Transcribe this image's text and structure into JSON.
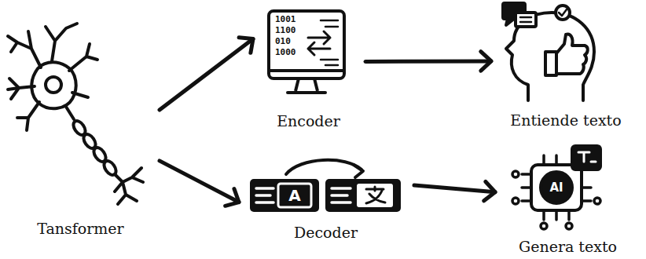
{
  "diagram": {
    "nodes": [
      {
        "text": [
          "Tansformer"
        ]
      },
      {
        "text": [
          "Encoder"
        ]
      },
      {
        "text": [
          "Entiende texto"
        ]
      },
      {
        "text": [
          "Decoder"
        ]
      },
      {
        "text": [
          "Genera texto"
        ]
      }
    ],
    "edges": [
      {
        "from": 0,
        "to": 1,
        "arrow": "to"
      },
      {
        "from": 0,
        "to": 3,
        "arrow": "to"
      },
      {
        "from": 1,
        "to": 2,
        "arrow": "to"
      },
      {
        "from": 3,
        "to": 4,
        "arrow": "to"
      }
    ],
    "labels": [
      "1001",
      "1100",
      "010",
      "1000",
      "A",
      "AI"
    ]
  }
}
